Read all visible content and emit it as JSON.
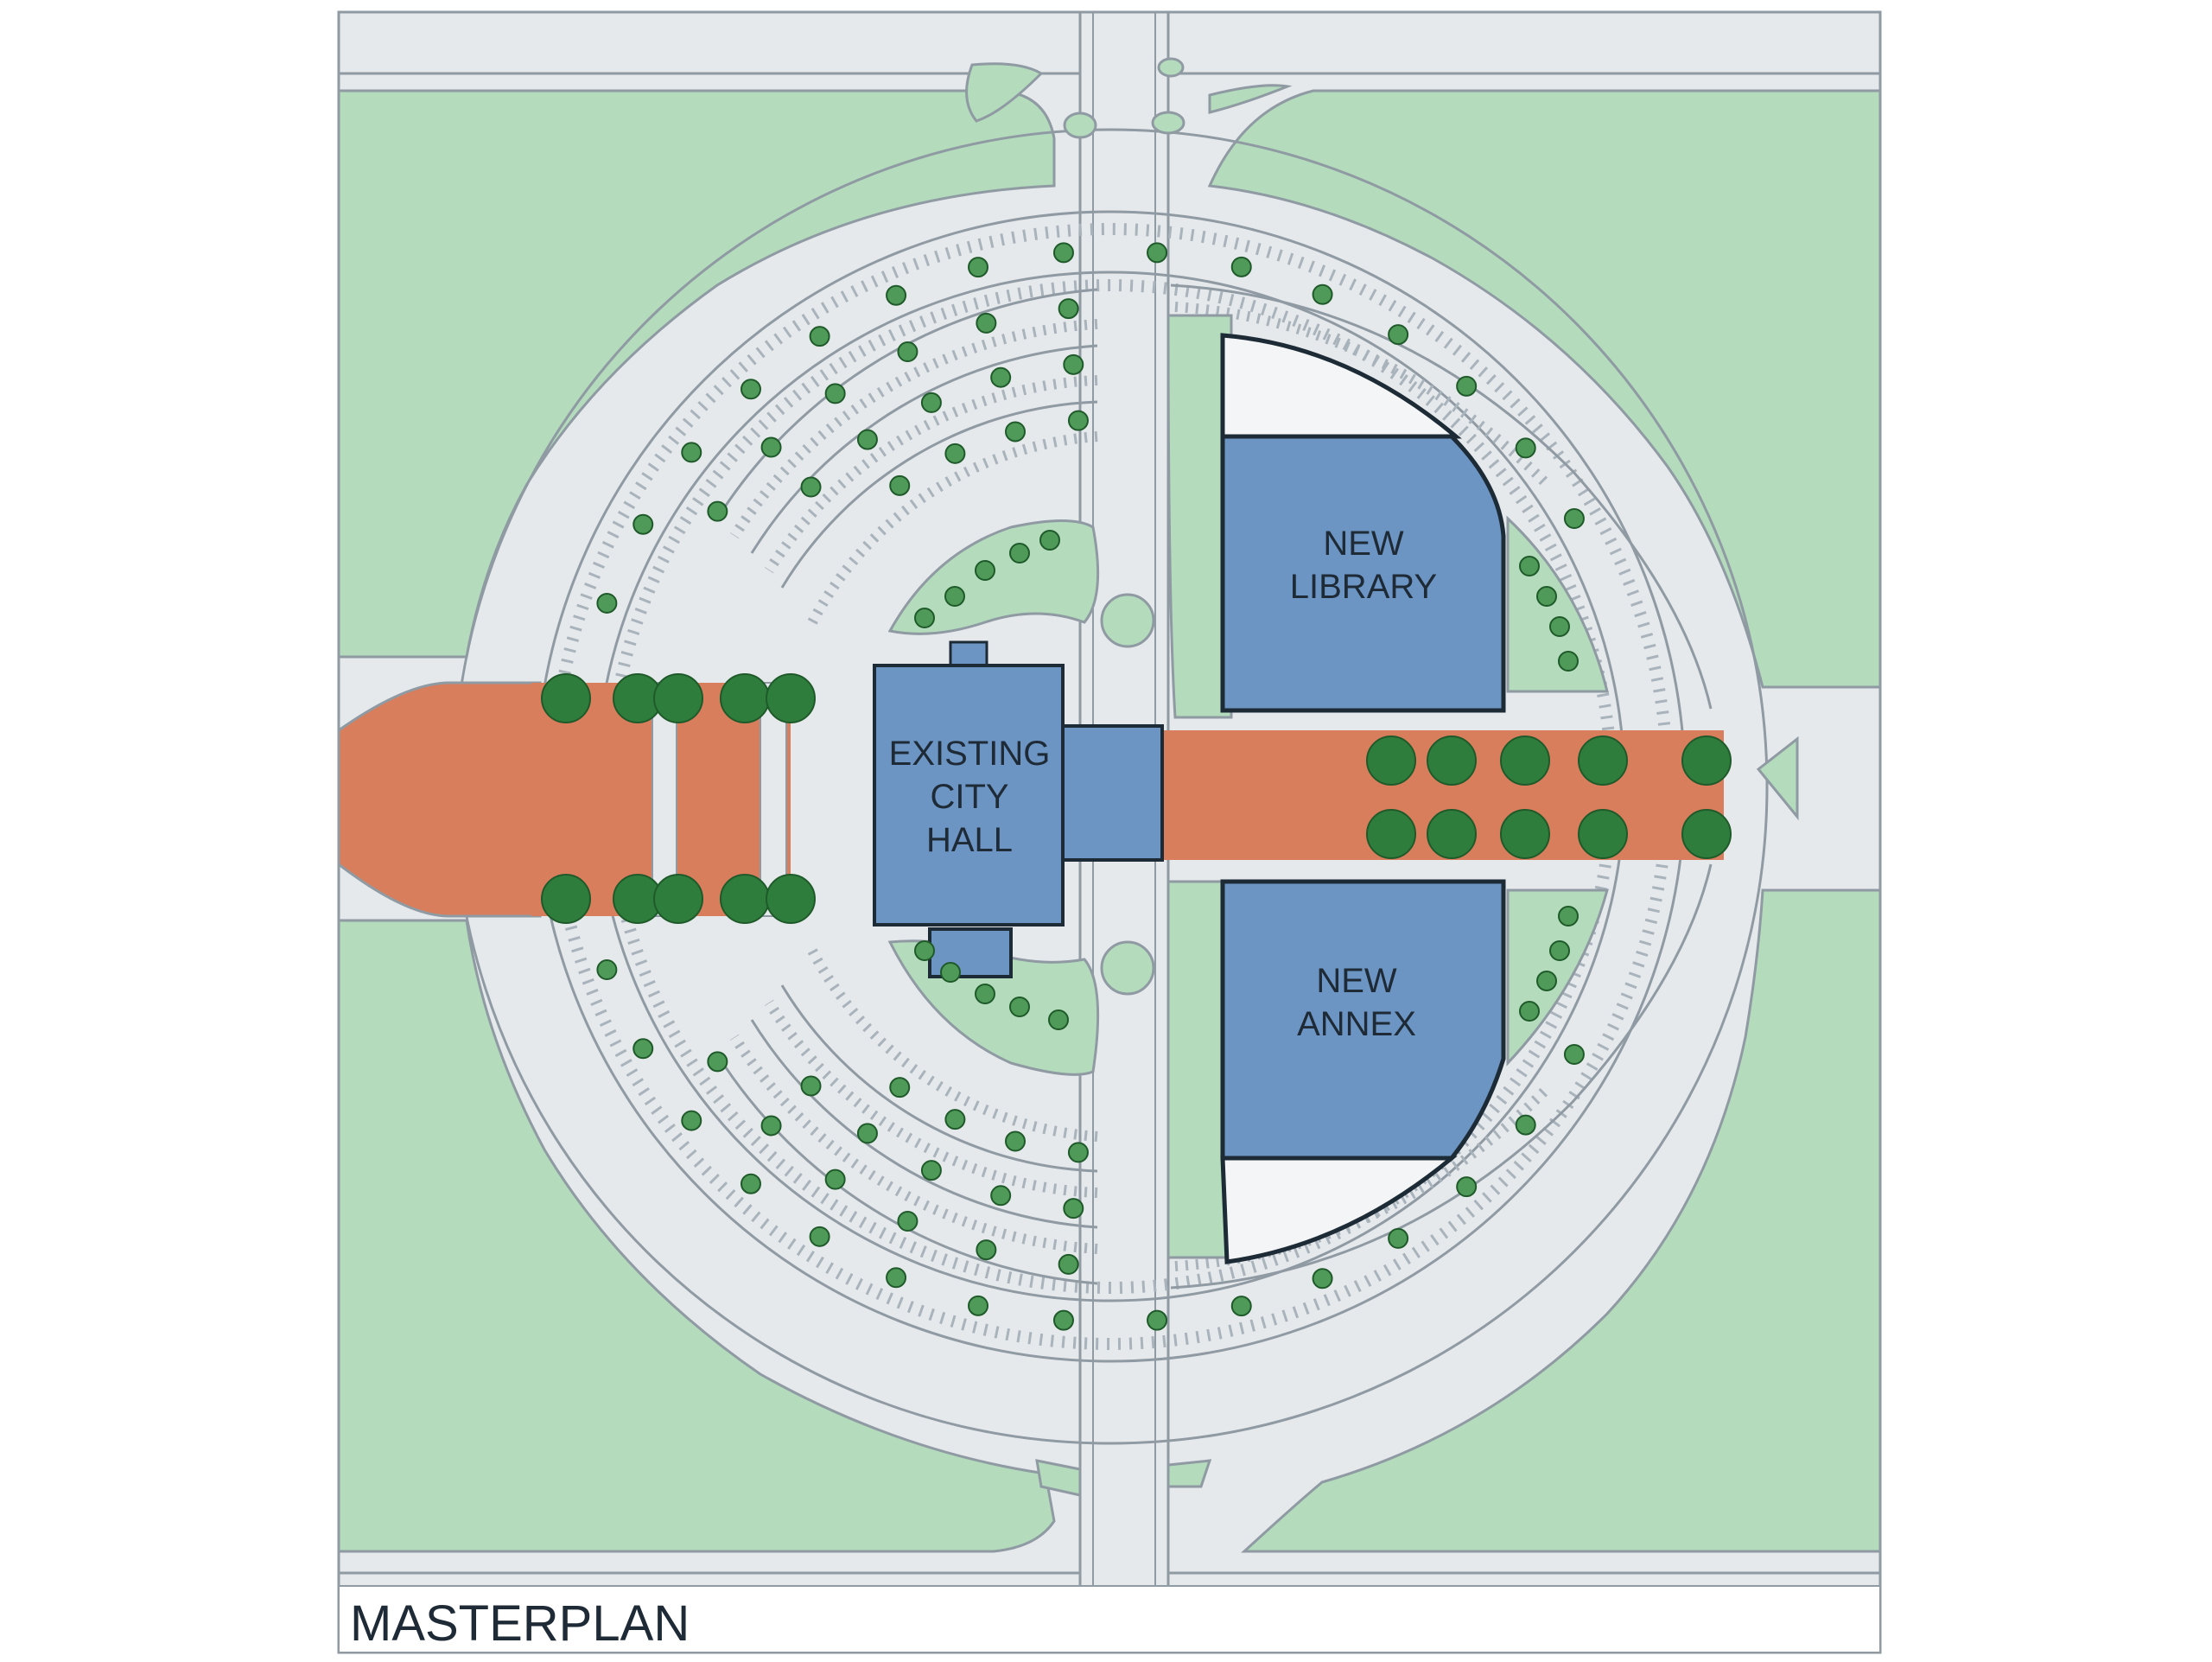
{
  "title": "MASTERPLAN",
  "buildings": {
    "existing_city_hall": [
      "EXISTING",
      "CITY",
      "HALL"
    ],
    "new_library": [
      "NEW",
      "LIBRARY"
    ],
    "new_annex": [
      "NEW",
      "ANNEX"
    ]
  },
  "colors": {
    "lawn": "#b3dbbc",
    "paving": "#e6e9ec",
    "curb": "#8f9aa3",
    "building": "#6c95c4",
    "building_outline": "#1d2b36",
    "plaza": "#d97e5c",
    "tree": "#2f7d3c",
    "tree_light": "#4f9a58"
  }
}
